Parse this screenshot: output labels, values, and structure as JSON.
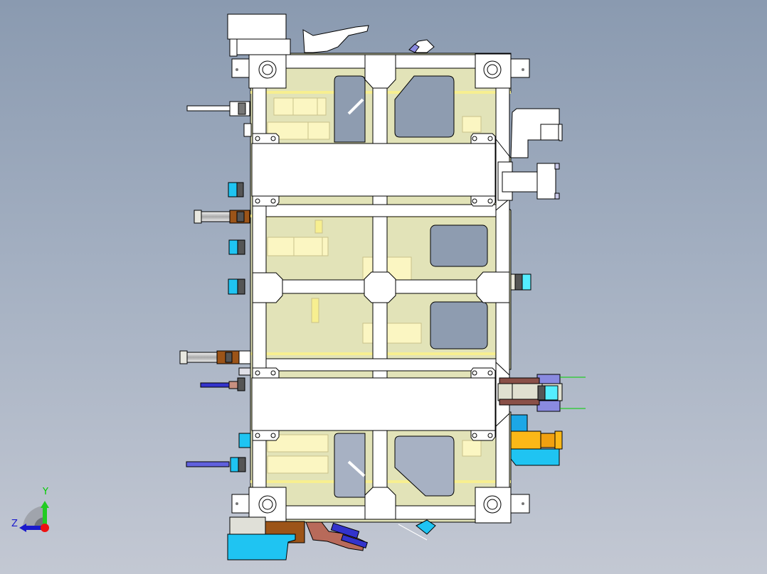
{
  "viewport": {
    "view": "graphics-area",
    "background_top": "#8a9ab0",
    "background_bottom": "#c3c8d3"
  },
  "model": {
    "type": "welding-fixture-assembly",
    "colors": {
      "base_plate": "#e2e3b8",
      "light_pads": "#fbf6c2",
      "frame": "#ffffff",
      "outline": "#000000",
      "cutout": "#8e9cb0",
      "cylinder_cyan": "#1fc4f2",
      "clamp_brown": "#9c5418",
      "clamp_blue": "#3333cc",
      "clamp_purple": "#8a8ae0",
      "motor_orange": "#fbb818",
      "dowel_green": "#00d000"
    }
  },
  "triad": {
    "y_label": "Y",
    "z_label": "Z",
    "y_color": "#00cc00",
    "z_color": "#1a1acc",
    "origin_color": "#ee1111"
  }
}
